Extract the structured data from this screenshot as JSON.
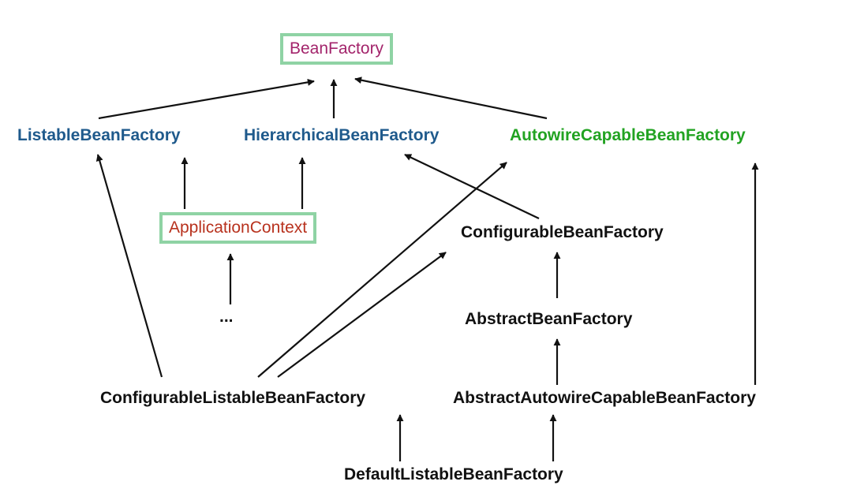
{
  "colors": {
    "primary_interface": "#1f5a8c",
    "autowire": "#22a322",
    "bean_factory": "#a3246b",
    "application_context": "#b8321e",
    "implementation": "#111111",
    "box_border": "#8fd3a4",
    "arrow": "#111111"
  },
  "nodes": {
    "bean_factory": "BeanFactory",
    "listable_bean_factory": "ListableBeanFactory",
    "hierarchical_bean_factory": "HierarchicalBeanFactory",
    "autowire_capable_bean_factory": "AutowireCapableBeanFactory",
    "application_context": "ApplicationContext",
    "ellipsis": "...",
    "configurable_bean_factory": "ConfigurableBeanFactory",
    "abstract_bean_factory": "AbstractBeanFactory",
    "configurable_listable_bean_factory": "ConfigurableListableBeanFactory",
    "abstract_autowire_capable_bean_factory": "AbstractAutowireCapableBeanFactory",
    "default_listable_bean_factory": "DefaultListableBeanFactory"
  },
  "edges": [
    {
      "from": "listable_bean_factory",
      "to": "bean_factory"
    },
    {
      "from": "hierarchical_bean_factory",
      "to": "bean_factory"
    },
    {
      "from": "autowire_capable_bean_factory",
      "to": "bean_factory"
    },
    {
      "from": "application_context",
      "to": "listable_bean_factory"
    },
    {
      "from": "application_context",
      "to": "hierarchical_bean_factory"
    },
    {
      "from": "ellipsis",
      "to": "application_context"
    },
    {
      "from": "configurable_bean_factory",
      "to": "hierarchical_bean_factory"
    },
    {
      "from": "abstract_bean_factory",
      "to": "configurable_bean_factory"
    },
    {
      "from": "abstract_autowire_capable_bean_factory",
      "to": "abstract_bean_factory"
    },
    {
      "from": "abstract_autowire_capable_bean_factory",
      "to": "autowire_capable_bean_factory"
    },
    {
      "from": "configurable_listable_bean_factory",
      "to": "listable_bean_factory"
    },
    {
      "from": "configurable_listable_bean_factory",
      "to": "autowire_capable_bean_factory"
    },
    {
      "from": "configurable_listable_bean_factory",
      "to": "configurable_bean_factory"
    },
    {
      "from": "default_listable_bean_factory",
      "to": "configurable_listable_bean_factory"
    },
    {
      "from": "default_listable_bean_factory",
      "to": "abstract_autowire_capable_bean_factory"
    }
  ]
}
